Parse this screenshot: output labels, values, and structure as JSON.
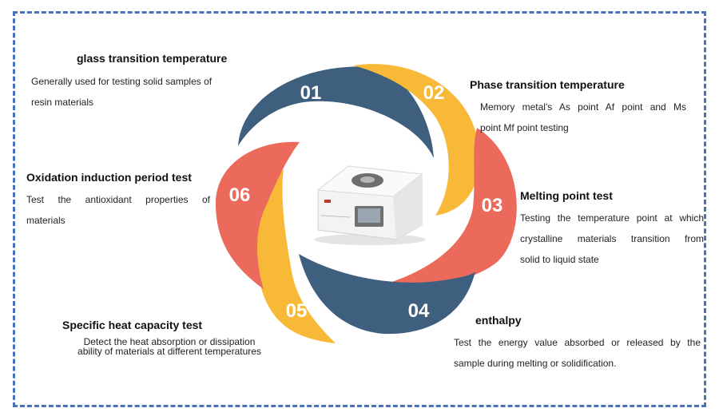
{
  "colors": {
    "frame": "#4a72b8",
    "slate": "#3f5f7e",
    "amber": "#f8b938",
    "coral": "#ec6a5c",
    "number_text": "#ffffff"
  },
  "items": [
    {
      "number": "01",
      "title": "glass transition temperature",
      "desc_lines": [
        "Generally used for testing solid samples of",
        "resin materials"
      ]
    },
    {
      "number": "02",
      "title": "Phase transition temperature",
      "desc_lines": [
        "Memory metal's As point Af point and Ms",
        "point Mf point testing"
      ]
    },
    {
      "number": "03",
      "title": "Melting point test",
      "desc_lines": [
        "Testing the temperature point at which",
        "crystalline materials transition from",
        "solid to liquid state"
      ]
    },
    {
      "number": "04",
      "title": "enthalpy",
      "desc_lines": [
        "Test the energy value absorbed or released by the",
        "sample during melting or solidification."
      ]
    },
    {
      "number": "05",
      "title": "Specific heat capacity test",
      "desc_lines": [
        "Detect the heat absorption or dissipation",
        "ability of materials at different temperatures"
      ]
    },
    {
      "number": "06",
      "title": "Oxidation induction period test",
      "desc_lines": [
        "Test the antioxidant properties of",
        "materials"
      ]
    }
  ],
  "device": {
    "icon": "thermal-analyzer-instrument"
  }
}
